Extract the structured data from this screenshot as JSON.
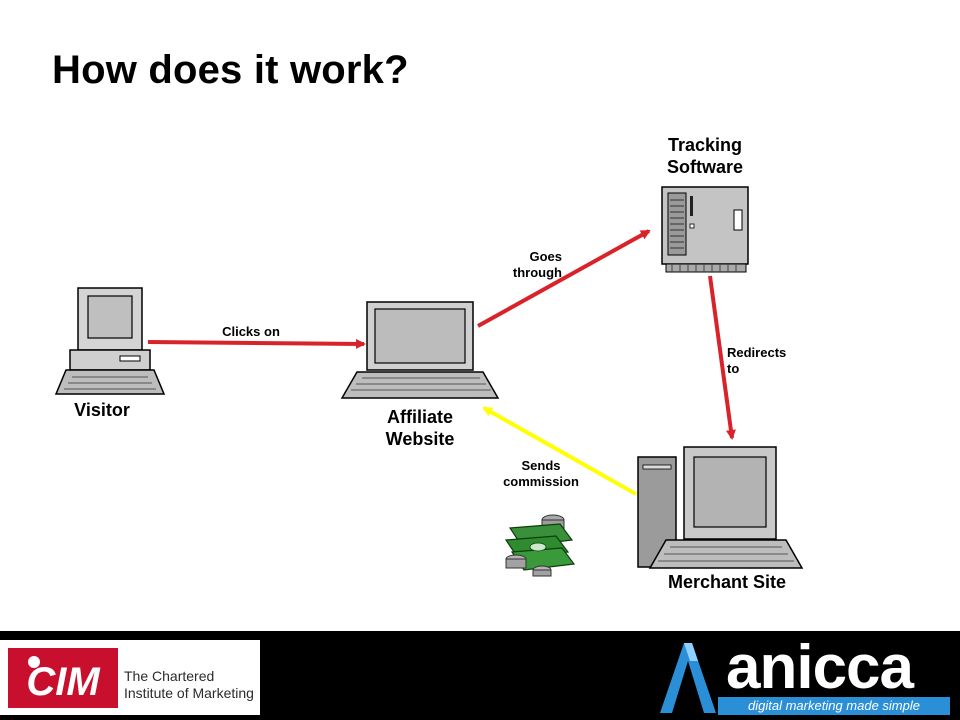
{
  "slide": {
    "title": "How does it work?"
  },
  "nodes": {
    "visitor": "Visitor",
    "affiliate": "Affiliate\nWebsite",
    "tracking": "Tracking\nSoftware",
    "merchant": "Merchant Site"
  },
  "edges": {
    "clicks_on": "Clicks on",
    "goes_through": "Goes\nthrough",
    "redirects_to": "Redirects\nto",
    "sends_commission": "Sends\ncommission"
  },
  "colors": {
    "arrow_red": "#d9232b",
    "arrow_yellow": "#ffff00",
    "cim_red": "#c8102e",
    "anicca_blue": "#2a8fd6"
  },
  "footer": {
    "cim_logo_letters": "CIM",
    "cim_name_line1": "The Chartered",
    "cim_name_line2": "Institute of Marketing",
    "anicca_word": "anicca",
    "anicca_tagline": "digital marketing made simple"
  }
}
